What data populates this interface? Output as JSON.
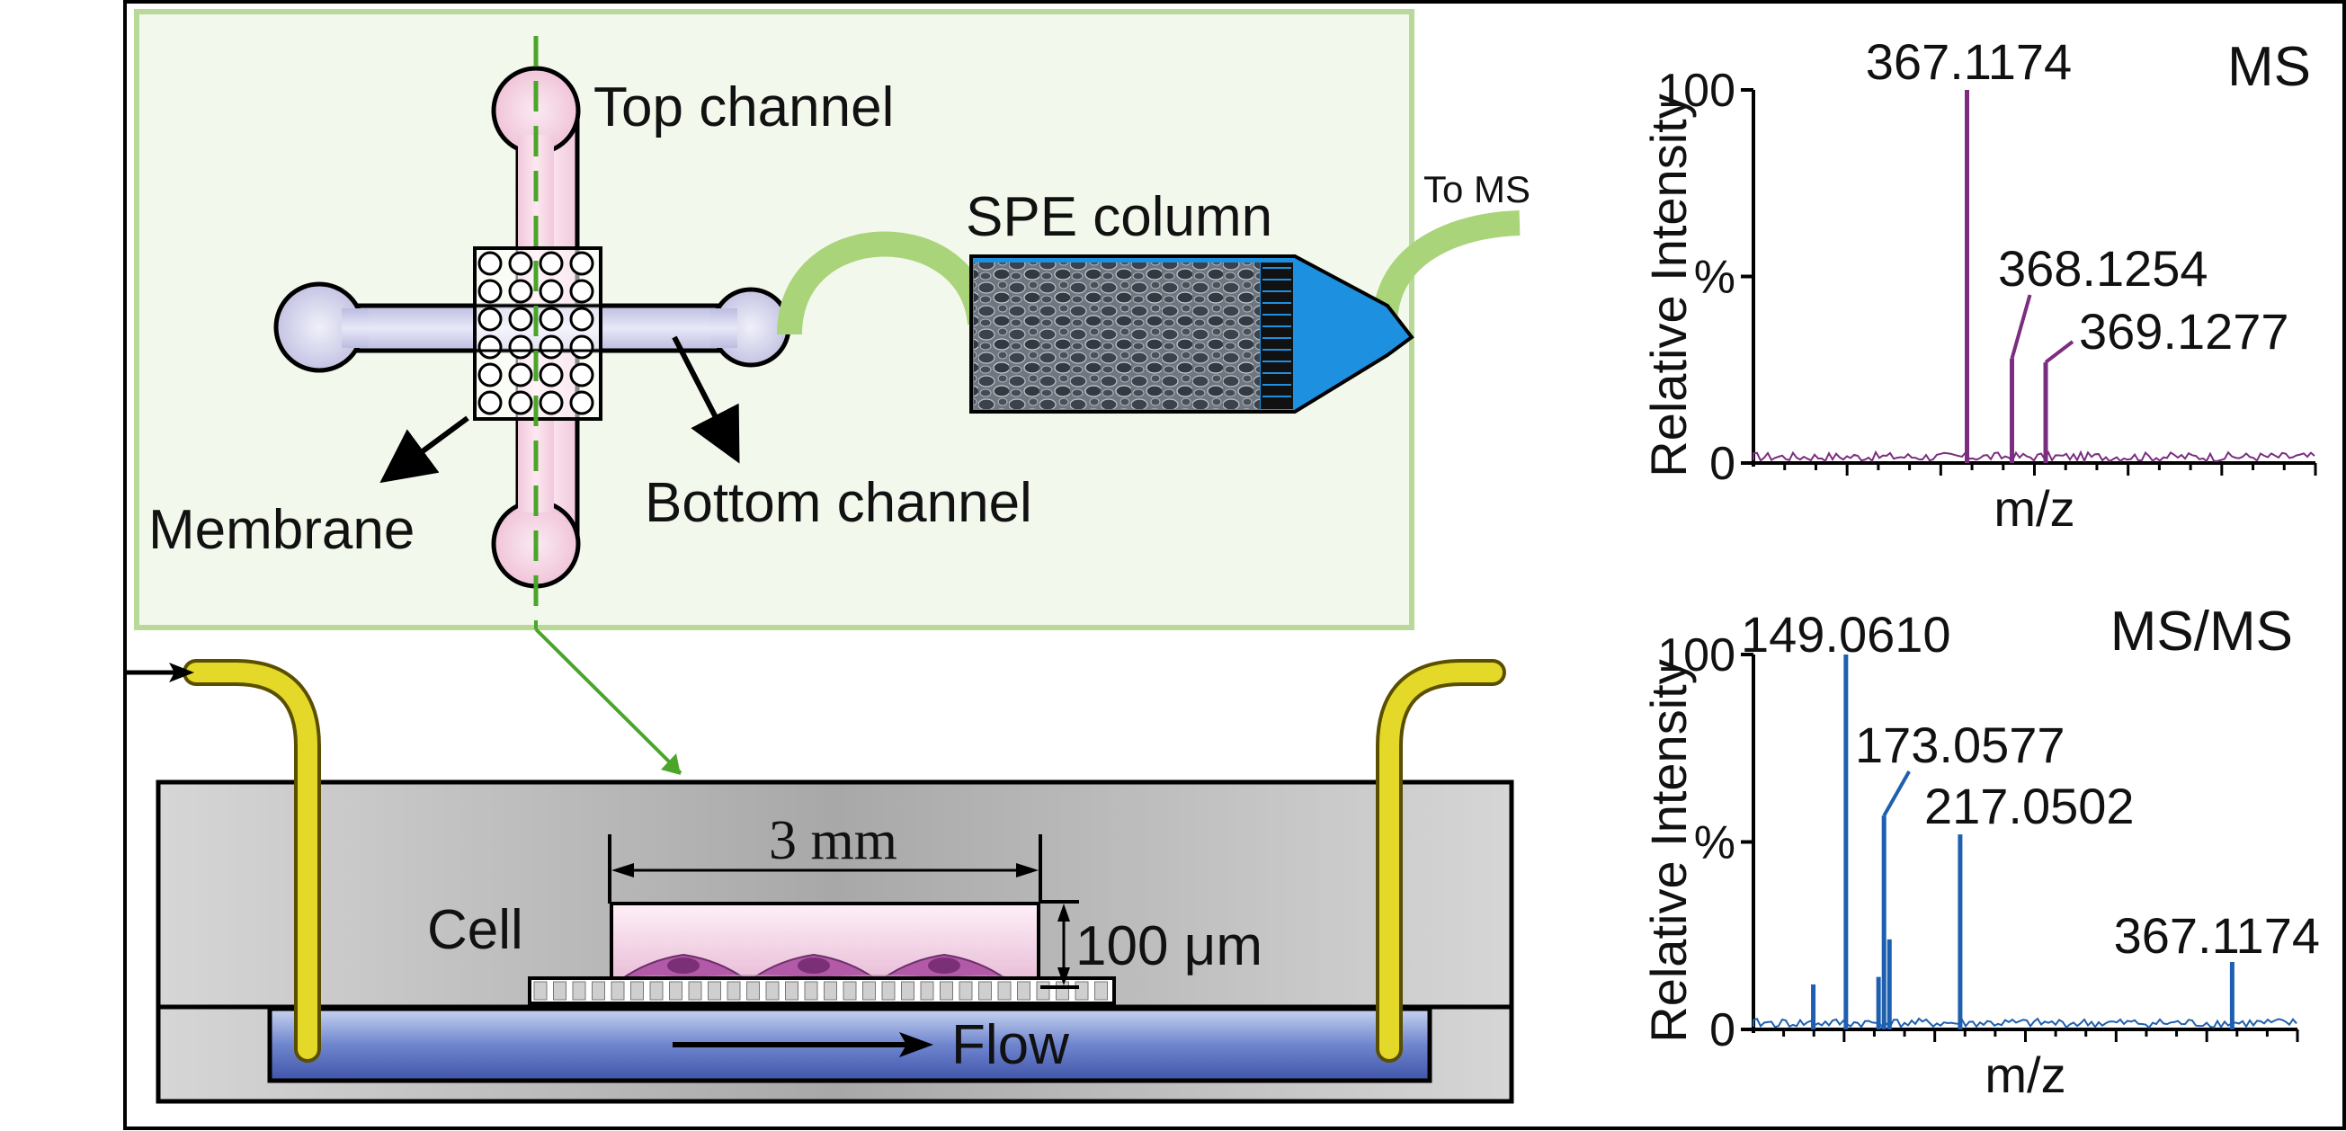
{
  "chip": {
    "top_channel": "Top channel",
    "bottom_channel": "Bottom channel",
    "membrane": "Membrane",
    "spe_column": "SPE column",
    "to_ms": "To MS"
  },
  "cross_section": {
    "width_label": "3 mm",
    "height_label": "100 μm",
    "cell_label": "Cell",
    "flow_label": "Flow"
  },
  "chart_data": [
    {
      "type": "line",
      "title": "MS",
      "xlabel": "m/z",
      "ylabel": "Relative Intensity",
      "ytick_labels": [
        "100",
        "%",
        "0"
      ],
      "ylim": [
        0,
        100
      ],
      "xlim": [
        0,
        100
      ],
      "color": "#7B2D7F",
      "peaks": [
        {
          "x": 38,
          "y": 100,
          "label": "367.1174"
        },
        {
          "x": 46,
          "y": 28,
          "label": "368.1254"
        },
        {
          "x": 52,
          "y": 27,
          "label": "369.1277"
        }
      ]
    },
    {
      "type": "line",
      "title": "MS/MS",
      "xlabel": "m/z",
      "ylabel": "Relative Intensity",
      "ytick_labels": [
        "100",
        "%",
        "0"
      ],
      "ylim": [
        0,
        100
      ],
      "xlim": [
        0,
        100
      ],
      "color": "#1F5FAF",
      "peaks": [
        {
          "x": 11,
          "y": 12,
          "label": ""
        },
        {
          "x": 17,
          "y": 100,
          "label": "149.0610"
        },
        {
          "x": 23,
          "y": 14,
          "label": ""
        },
        {
          "x": 24,
          "y": 57,
          "label": "173.0577"
        },
        {
          "x": 25,
          "y": 24,
          "label": ""
        },
        {
          "x": 38,
          "y": 52,
          "label": "217.0502"
        },
        {
          "x": 88,
          "y": 18,
          "label": "367.1174"
        }
      ]
    }
  ]
}
